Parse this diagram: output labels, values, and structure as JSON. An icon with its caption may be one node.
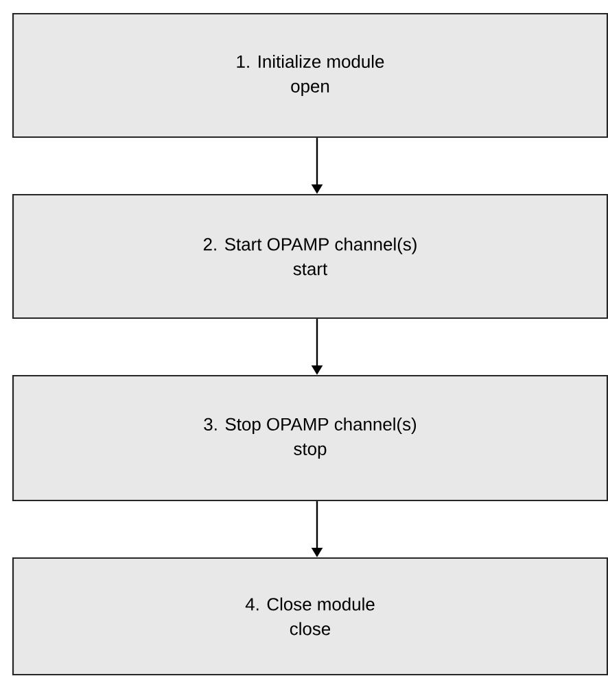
{
  "diagram": {
    "nodes": [
      {
        "text": [
          "1.  Initialize module",
          "open"
        ]
      },
      {
        "text": [
          "2.  Start OPAMP channel(s)",
          "start"
        ]
      },
      {
        "text": [
          "3.  Stop OPAMP channel(s)",
          "stop"
        ]
      },
      {
        "text": [
          "4.  Close module",
          "close"
        ]
      }
    ],
    "edges": [
      {
        "from": 0,
        "to": 1,
        "arrow": "to"
      },
      {
        "from": 1,
        "to": 2,
        "arrow": "to"
      },
      {
        "from": 2,
        "to": 3,
        "arrow": "to"
      }
    ]
  }
}
